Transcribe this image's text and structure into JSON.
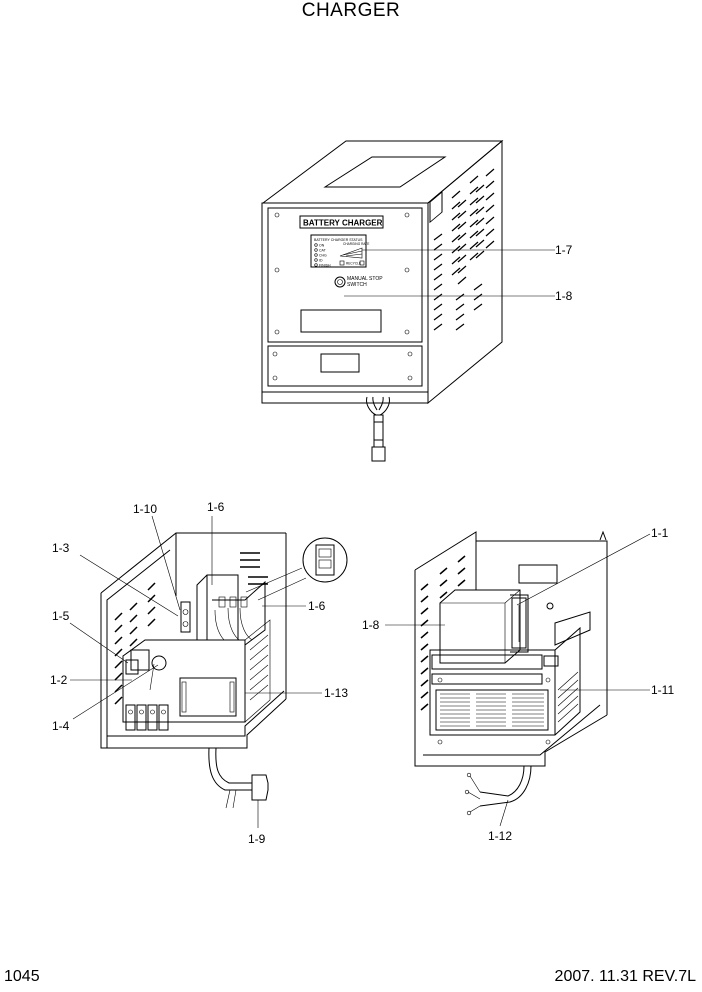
{
  "page": {
    "title": "CHARGER",
    "page_number": "1045",
    "revision": "2007. 11.31  REV.7L"
  },
  "front_panel": {
    "nameplate": "BATTERY CHARGER",
    "display_heading": "BATTERY CHARGER STATUS",
    "leds": [
      "ON",
      "CAT",
      "CHG",
      "ID",
      "FINISH"
    ],
    "charging_label": "CHARGING RATE",
    "button_caption": "RECYCLE",
    "stop_switch": [
      "MANUAL STOP",
      "SWITCH"
    ]
  },
  "callouts": {
    "c1_7": "1-7",
    "c1_8_top": "1-8",
    "c1_10": "1-10",
    "c1_6_top": "1-6",
    "c1_3": "1-3",
    "c1_6_right": "1-6",
    "c1_5": "1-5",
    "c1_2": "1-2",
    "c1_4": "1-4",
    "c1_13": "1-13",
    "c1_9": "1-9",
    "c1_1": "1-1",
    "c1_8_right": "1-8",
    "c1_11": "1-11",
    "c1_12": "1-12"
  }
}
